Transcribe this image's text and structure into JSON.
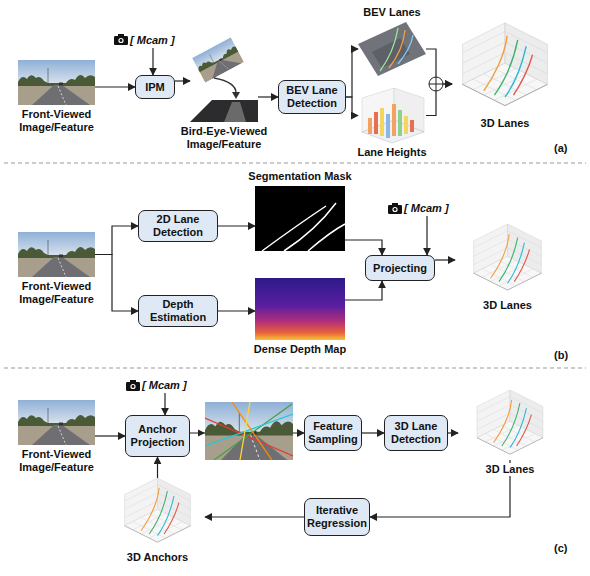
{
  "diagram": {
    "nodes": [
      {
        "text": [
          "Front-Viewed Image/Feature"
        ]
      },
      {
        "text": [
          "[ Mcam ]"
        ]
      },
      {
        "text": [
          "IPM"
        ]
      },
      {
        "text": [
          "Bird-Eye-Viewed Image/Feature"
        ]
      },
      {
        "text": [
          "BEV Lane Detection"
        ]
      },
      {
        "text": [
          "BEV Lanes"
        ]
      },
      {
        "text": [
          "Lane Heights"
        ]
      },
      {
        "text": [
          "3D Lanes"
        ]
      },
      {
        "text": [
          "Segmentation Mask"
        ]
      },
      {
        "text": [
          "Front-Viewed Image/Feature"
        ]
      },
      {
        "text": [
          "2D Lane Detection"
        ]
      },
      {
        "text": [
          "Depth Estimation"
        ]
      },
      {
        "text": [
          "[ Mcam ]"
        ]
      },
      {
        "text": [
          "Projecting"
        ]
      },
      {
        "text": [
          "3D Lanes"
        ]
      },
      {
        "text": [
          "Dense Depth Map"
        ]
      },
      {
        "text": [
          "[ Mcam ]"
        ]
      },
      {
        "text": [
          "Front-Viewed Image/Feature"
        ]
      },
      {
        "text": [
          "Anchor Projection"
        ]
      },
      {
        "text": [
          "Feature Sampling"
        ]
      },
      {
        "text": [
          "3D Lane Detection"
        ]
      },
      {
        "text": [
          "3D Lanes"
        ]
      },
      {
        "text": [
          "Iterative Regression"
        ]
      },
      {
        "text": [
          "3D Anchors"
        ]
      }
    ],
    "edges": [
      {
        "from": 0,
        "to": 2,
        "arrow": "to"
      },
      {
        "from": 1,
        "to": 2,
        "arrow": "to"
      },
      {
        "from": 2,
        "to": 3,
        "arrow": "to"
      },
      {
        "from": 3,
        "to": 4,
        "arrow": "to"
      },
      {
        "from": 4,
        "to": 5,
        "arrow": "to"
      },
      {
        "from": 4,
        "to": 6,
        "arrow": "to"
      },
      {
        "from": 5,
        "to": 7,
        "arrow": "to"
      },
      {
        "from": 6,
        "to": 7,
        "arrow": "to"
      },
      {
        "from": 9,
        "to": 10,
        "arrow": "to"
      },
      {
        "from": 9,
        "to": 11,
        "arrow": "to"
      },
      {
        "from": 10,
        "to": 8,
        "arrow": "to"
      },
      {
        "from": 11,
        "to": 15,
        "arrow": "to"
      },
      {
        "from": 8,
        "to": 13,
        "arrow": "to"
      },
      {
        "from": 15,
        "to": 13,
        "arrow": "to"
      },
      {
        "from": 12,
        "to": 13,
        "arrow": "to"
      },
      {
        "from": 13,
        "to": 14,
        "arrow": "to"
      },
      {
        "from": 17,
        "to": 18,
        "arrow": "to"
      },
      {
        "from": 16,
        "to": 18,
        "arrow": "to"
      },
      {
        "from": 18,
        "to": 19,
        "arrow": "to"
      },
      {
        "from": 19,
        "to": 20,
        "arrow": "to"
      },
      {
        "from": 20,
        "to": 21,
        "arrow": "to"
      },
      {
        "from": 21,
        "to": 22,
        "arrow": "to"
      },
      {
        "from": 22,
        "to": 23,
        "arrow": "to"
      },
      {
        "from": 23,
        "to": 18,
        "arrow": "to"
      }
    ],
    "labels": [
      "(a)",
      "(b)",
      "(c)"
    ]
  }
}
